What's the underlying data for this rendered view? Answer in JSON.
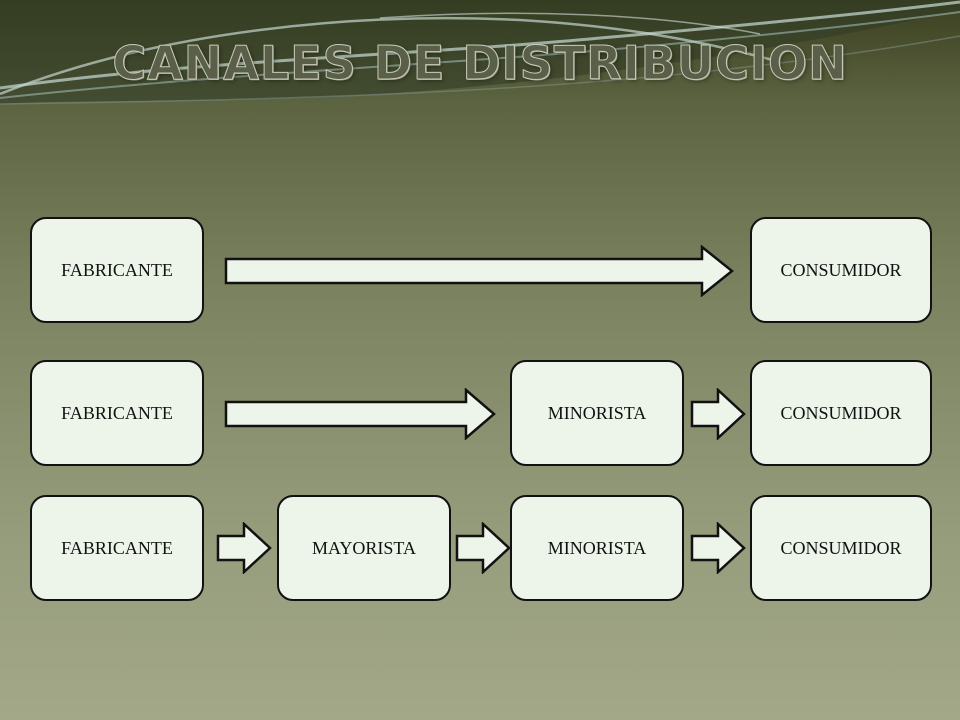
{
  "slide": {
    "title": "CANALES DE DISTRIBUCION"
  },
  "colors": {
    "node_fill": "#edf5ea",
    "stroke": "#111111"
  },
  "rows": [
    {
      "nodes": [
        "FABRICANTE",
        "CONSUMIDOR"
      ]
    },
    {
      "nodes": [
        "FABRICANTE",
        "MINORISTA",
        "CONSUMIDOR"
      ]
    },
    {
      "nodes": [
        "FABRICANTE",
        "MAYORISTA",
        "MINORISTA",
        "CONSUMIDOR"
      ]
    }
  ]
}
